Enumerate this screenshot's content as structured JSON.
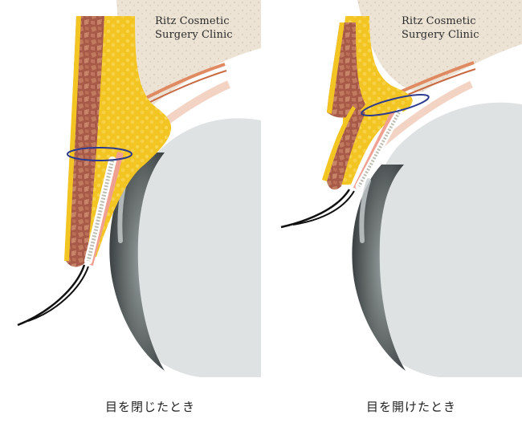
{
  "brand": {
    "line1": "Ritz Cosmetic",
    "line2": "Surgery Clinic"
  },
  "panels": [
    {
      "caption": "目を閉じたとき"
    },
    {
      "caption": "目を開けたとき"
    }
  ],
  "colors": {
    "fat_yellow": "#f2c21b",
    "muscle_red": "#b8624d",
    "orbital_fat": "#e9dfcf",
    "eyeball": "#5f6769",
    "suture_blue": "#2d3b8f",
    "tarsus": "#d7d7cf"
  }
}
